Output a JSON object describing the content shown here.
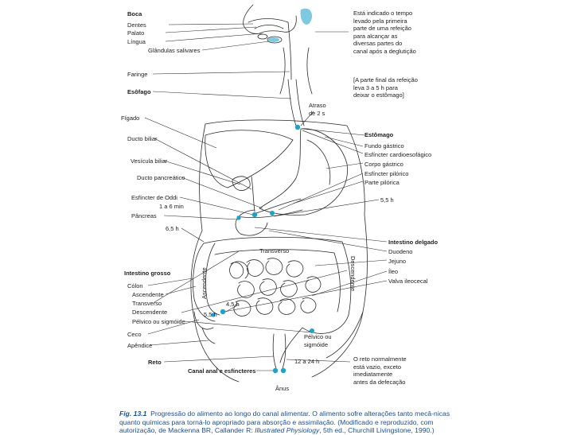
{
  "colors": {
    "marker": "#1ea3c8",
    "line": "#2b2b2b",
    "caption": "#1b4f8c"
  },
  "labels": {
    "boca": "Boca",
    "dentes": "Dentes",
    "palato": "Palato",
    "lingua": "Língua",
    "glandulas": "Glândulas salivares",
    "faringe": "Faringe",
    "esofago": "Esôfago",
    "figado": "Fígado",
    "ducto_biliar": "Ducto biliar",
    "vesicula": "Vesícula biliar",
    "ducto_pancreatico": "Ducto pancreático",
    "esfincter_oddi": "Esfíncter de Oddi",
    "oddi_time": "1 a 6 min",
    "pancreas": "Pâncreas",
    "t65": "6,5 h",
    "intestino_grosso": "Intestino grosso",
    "colon": "Cólon",
    "ascendente": "Ascendente",
    "transverso": "Transverso",
    "descendente": "Descendente",
    "pelvico": "Pélvico ou sigmóide",
    "ceco": "Ceco",
    "apendice": "Apêndice",
    "reto": "Reto",
    "canal_anal": "Canal anal e esfíncteres",
    "anus": "Ânus",
    "atraso": "Atraso\nde 2 s",
    "estomago": "Estômago",
    "fundo": "Fundo gástrico",
    "cardio": "Esfíncter cardioesofágico",
    "corpo": "Corpo gástrico",
    "piloro": "Esfíncter pilórico",
    "parte_pilorica": "Parte pilórica",
    "t55": "5,5 h",
    "intestino_delgado": "Intestino delgado",
    "duodeno": "Duodeno",
    "jejuno": "Jejuno",
    "ileo": "Íleo",
    "valva": "Valva ileocecal",
    "t45": "4,5 h",
    "t55b": "5,5 h",
    "t1224": "12 a 24 h",
    "pelvico_label": "Pélvico ou\nsigmóide",
    "img_transverso": "Transverso",
    "img_ascendente": "Ascendente",
    "img_descendente": "Descendente"
  },
  "notes": {
    "tempo": "Está indicado o tempo\nlevado pela primeira\nparte de uma refeição\npara alcançar as\ndiversas partes do\ncanal após a deglutição",
    "refeicao": "[A parte final da refeição\nleva 3 a 5 h para\ndeixar o estômago]",
    "reto": "O reto normalmente\nestá vazio, exceto\nimediatamente\nantes da defecação"
  },
  "caption": {
    "fig": "Fig. 13.1",
    "text1": "Progressão do alimento ao longo do canal alimentar. O alimento sofre alterações tanto mecâ-nicas quanto químicas para torná-lo apropriado para absorção e assimilação. (Modificado e reproduzido, com autorização, de Mackenna BR, Callander R: ",
    "book": "Illustrated Physiology",
    "text2": ", 5th ed., Churchill Livingstone, 1990.)"
  }
}
